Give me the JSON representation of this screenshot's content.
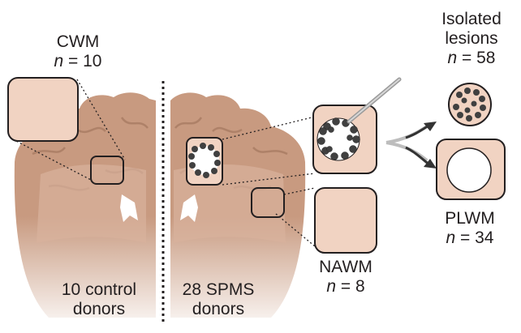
{
  "labels": {
    "cwm_title": "CWM",
    "cwm_n_var": "n",
    "cwm_n_rest": " = 10",
    "isolated_line1": "Isolated",
    "isolated_line2": "lesions",
    "isolated_n_var": "n",
    "isolated_n_rest": " = 58",
    "plwm_title": "PLWM",
    "plwm_n_var": "n",
    "plwm_n_rest": " = 34",
    "nawm_title": "NAWM",
    "nawm_n_var": "n",
    "nawm_n_rest": " = 8",
    "control_line1": "10 control",
    "control_line2": "donors",
    "spms_line1": "28 SPMS",
    "spms_line2": "donors"
  },
  "colors": {
    "brain_tissue": "#c89a80",
    "brain_shade": "#a87a62",
    "brain_light": "#f2e4db",
    "sample_fill": "#f1d3c2",
    "lesion_cell": "#404040",
    "arrow": "#333333",
    "text": "#231f20"
  },
  "icons": {
    "tool": "biopsy-needle-icon",
    "split_arrow": "split-arrow-icon"
  }
}
